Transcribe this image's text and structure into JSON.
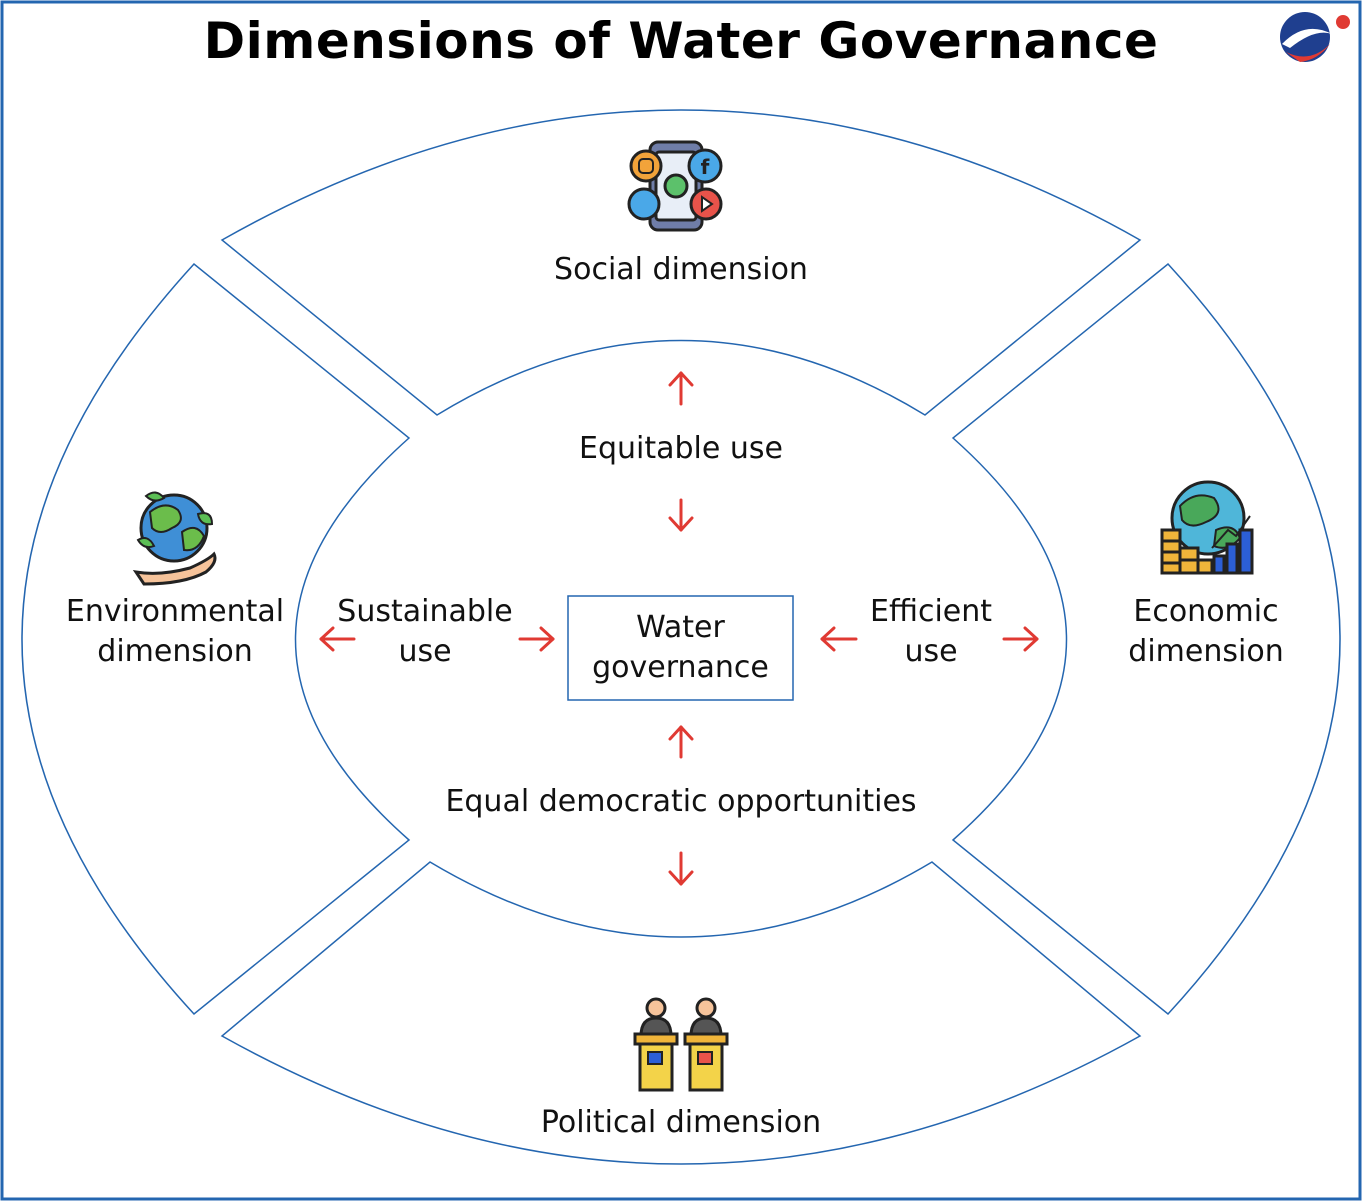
{
  "title": "Dimensions of Water Governance",
  "center": {
    "line1": "Water",
    "line2": "governance"
  },
  "inner": {
    "top": "Equitable use",
    "bottom": "Equal democratic opportunities",
    "left": {
      "line1": "Sustainable",
      "line2": "use"
    },
    "right": {
      "line1": "Efficient",
      "line2": "use"
    }
  },
  "outer": {
    "top": "Social dimension",
    "bottom": "Political dimension",
    "left": {
      "line1": "Environmental",
      "line2": "dimension"
    },
    "right": {
      "line1": "Economic",
      "line2": "dimension"
    }
  },
  "icons": {
    "top": "smartphone-social-media-icon",
    "left": "earth-in-hand-icon",
    "right": "globe-coins-growth-chart-icon",
    "bottom": "politicians-podium-icon",
    "brand": "brand-logo-icon"
  },
  "colors": {
    "line": "#2466b0",
    "arrow": "#e03a33",
    "text": "#111111"
  }
}
